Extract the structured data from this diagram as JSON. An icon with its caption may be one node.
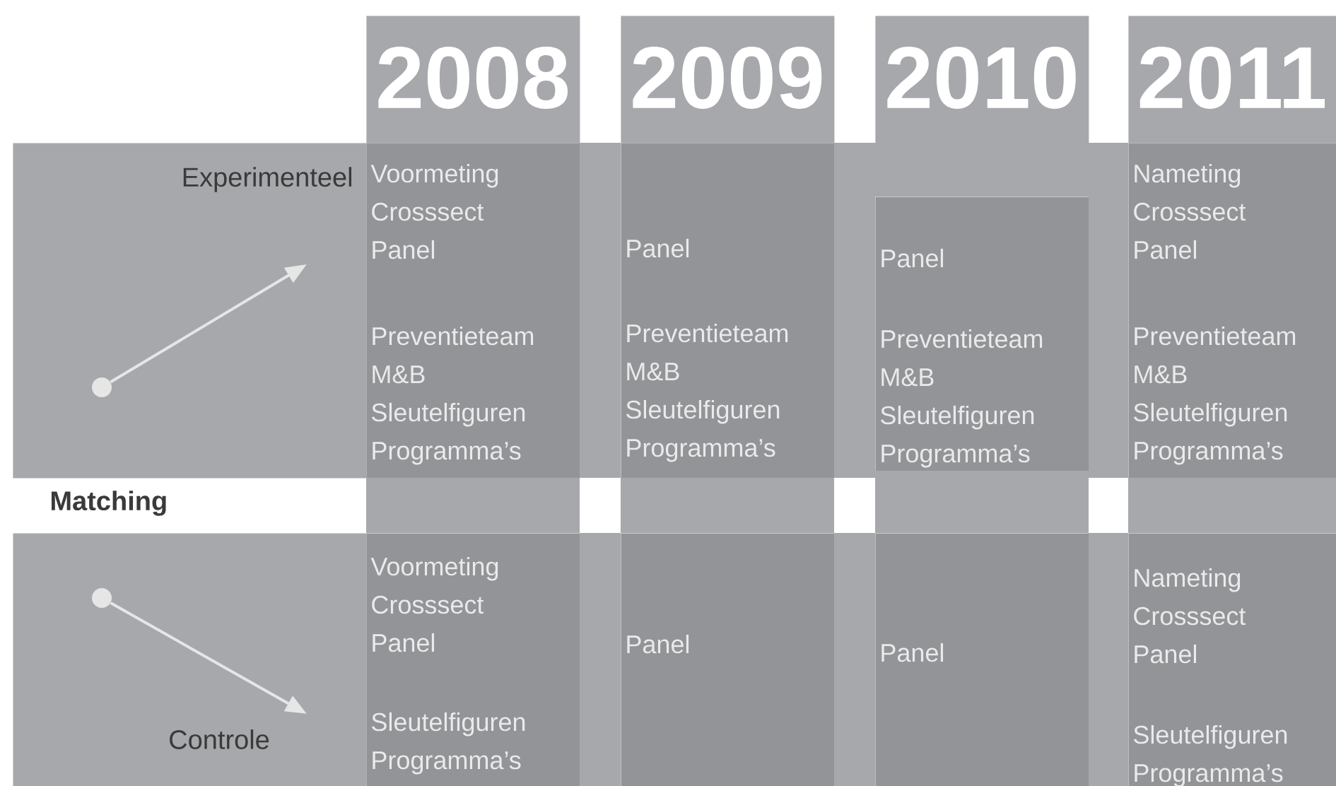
{
  "diagram": {
    "nodes": [
      {
        "text": [
          "2008"
        ]
      },
      {
        "text": [
          "2009"
        ]
      },
      {
        "text": [
          "2010"
        ]
      },
      {
        "text": [
          "2011"
        ]
      },
      {
        "text": [
          "Experimenteel"
        ]
      },
      {
        "text": [],
        "shape": "circle",
        "in": 4
      },
      {
        "text": [
          "Voormeting Crosssect Panel",
          "Preventieteam M&B Sleutelfiguren Programma’s"
        ]
      },
      {
        "text": [
          "Panel",
          "Preventieteam M&B Sleutelfiguren Programma’s"
        ]
      },
      {
        "text": [
          "Panel",
          "Preventieteam M&B Sleutelfiguren Programma’s"
        ]
      },
      {
        "text": [
          "Nameting Crosssect Panel",
          "Preventieteam M&B Sleutelfiguren Programma’s"
        ]
      },
      {
        "text": [
          "Controle"
        ]
      },
      {
        "text": [],
        "shape": "circle",
        "in": 10
      },
      {
        "text": [
          "Voormeting Crosssect Panel",
          "Sleutelfiguren Programma’s"
        ]
      },
      {
        "text": [
          "Panel"
        ]
      },
      {
        "text": [
          "Panel"
        ]
      },
      {
        "text": [
          "Nameting Crosssect Panel",
          "Sleutelfiguren Programma’s"
        ]
      }
    ],
    "edges": [
      {
        "from": 5,
        "to": null,
        "arrow": "to"
      },
      {
        "from": 11,
        "to": null,
        "arrow": "to"
      }
    ],
    "labels": [
      "Matching"
    ]
  }
}
